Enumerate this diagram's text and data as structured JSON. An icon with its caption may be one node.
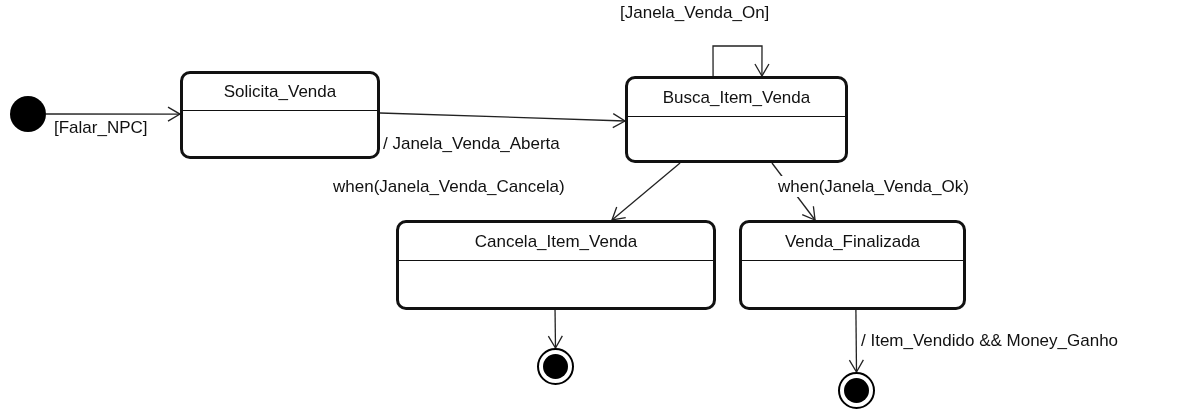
{
  "diagram": {
    "nodes": [
      {
        "text": [],
        "shape": "circle"
      },
      {
        "text": [
          "Solicita_Venda"
        ]
      },
      {
        "text": [
          "Busca_Item_Venda"
        ]
      },
      {
        "text": [
          "Cancela_Item_Venda"
        ]
      },
      {
        "text": [
          "Venda_Finalizada"
        ]
      },
      {
        "text": [],
        "shape": "bullseye"
      },
      {
        "text": [],
        "shape": "bullseye"
      }
    ],
    "edges": [
      {
        "from": 0,
        "to": 1,
        "arrow": "to",
        "label": "[Falar_NPC]"
      },
      {
        "from": 1,
        "to": 2,
        "arrow": "to",
        "label": "/ Janela_Venda_Aberta"
      },
      {
        "from": 2,
        "to": 2,
        "arrow": "to",
        "label": "[Janela_Venda_On]"
      },
      {
        "from": 2,
        "to": 3,
        "arrow": "to",
        "label": "when(Janela_Venda_Cancela)"
      },
      {
        "from": 2,
        "to": 4,
        "arrow": "to",
        "label": "when(Janela_Venda_Ok)"
      },
      {
        "from": 3,
        "to": 5,
        "arrow": "to"
      },
      {
        "from": 4,
        "to": 6,
        "arrow": "to",
        "label": "/ Item_Vendido && Money_Ganho"
      }
    ]
  }
}
